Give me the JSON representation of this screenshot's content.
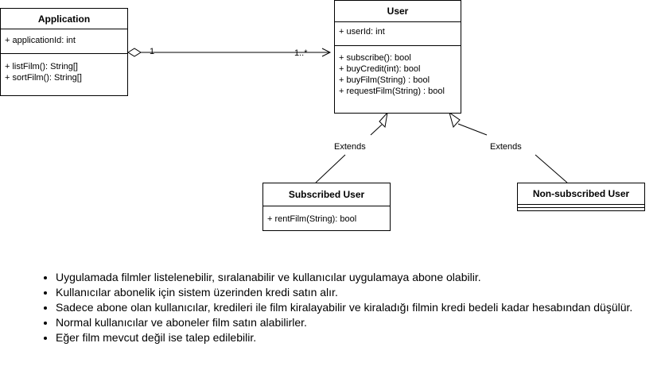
{
  "classes": {
    "application": {
      "name": "Application",
      "attributes": [
        "+ applicationId: int"
      ],
      "methods": [
        "+ listFilm(): String[]",
        "+ sortFilm(): String[]"
      ]
    },
    "user": {
      "name": "User",
      "attributes": [
        "+ userId: int"
      ],
      "methods": [
        "+ subscribe(): bool",
        "+ buyCredit(int): bool",
        "+ buyFilm(String) : bool",
        "+ requestFilm(String) : bool"
      ]
    },
    "subscribed_user": {
      "name": "Subscribed User",
      "methods": [
        "+ rentFilm(String): bool"
      ]
    },
    "non_subscribed_user": {
      "name": "Non-subscribed User"
    }
  },
  "relations": {
    "association": {
      "source_multiplicity": "1",
      "target_multiplicity": "1..*"
    },
    "extends_left": {
      "label": "Extends"
    },
    "extends_right": {
      "label": "Extends"
    }
  },
  "notes": [
    "Uygulamada filmler listelenebilir, sıralanabilir ve kullanıcılar uygulamaya abone olabilir.",
    "Kullanıcılar abonelik için sistem üzerinden kredi satın alır.",
    "Sadece abone olan kullanıcılar, kredileri ile film kiralayabilir ve kiraladığı filmin kredi bedeli kadar hesabından düşülür.",
    "Normal kullanıcılar ve aboneler film satın alabilirler.",
    "Eğer film mevcut değil ise talep edilebilir."
  ]
}
